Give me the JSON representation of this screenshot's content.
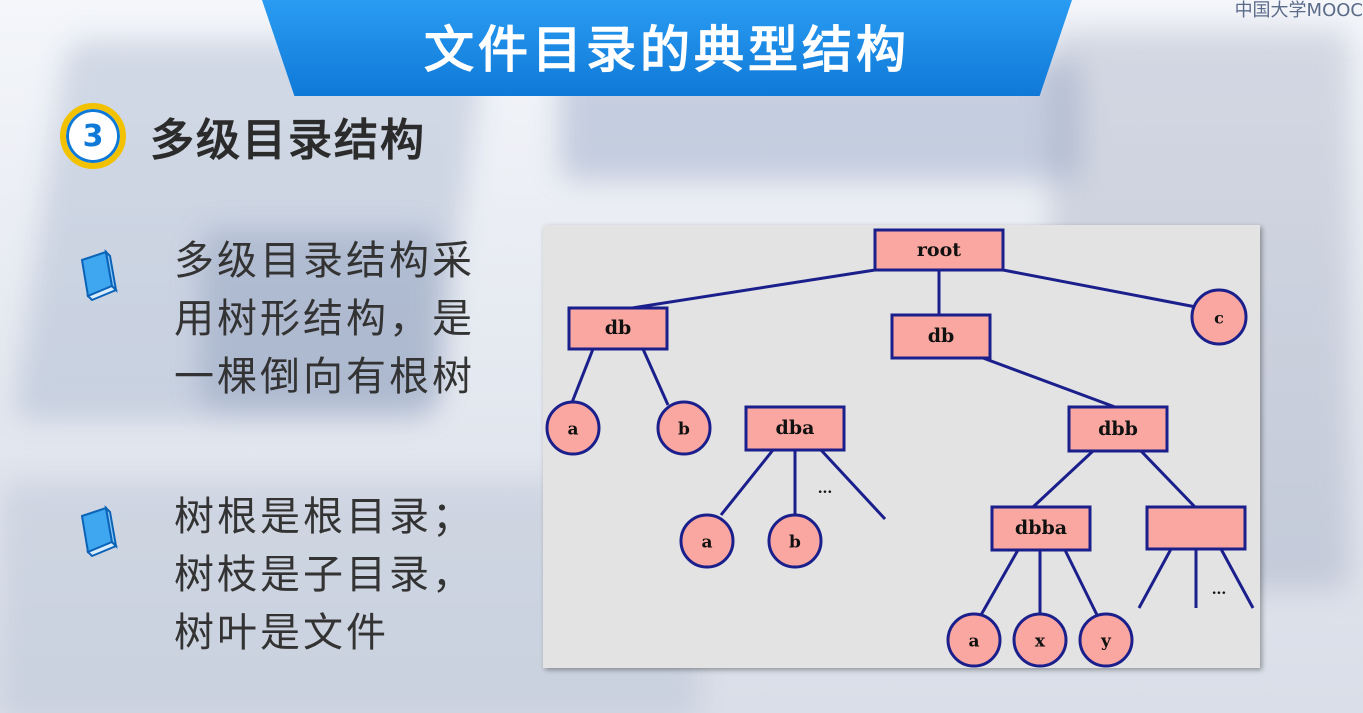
{
  "header": {
    "title": "文件目录的典型结构",
    "logo_text": "中国大学MOOC"
  },
  "section": {
    "number": "3",
    "title": "多级目录结构"
  },
  "bullets": [
    {
      "lines": [
        "多级目录结构采",
        "用树形结构，是",
        "一棵倒向有根树"
      ]
    },
    {
      "lines": [
        "树根是根目录；",
        "树枝是子目录，",
        "树叶是文件"
      ]
    }
  ],
  "tree": {
    "root": "root",
    "db_left": "db",
    "db_mid": "db",
    "c": "c",
    "a1": "a",
    "b1": "b",
    "dba": "dba",
    "dbb": "dbb",
    "a2": "a",
    "b2": "b",
    "ellipsis1": "...",
    "dbba": "dbba",
    "blank": "",
    "ellipsis2": "...",
    "a3": "a",
    "x": "x",
    "y": "y"
  },
  "colors": {
    "title_blue": "#0f79d8",
    "node_fill": "#f9a7a0",
    "node_border": "#1a1f8c",
    "edge": "#1a1f8c",
    "panel": "#e3e3e3"
  }
}
